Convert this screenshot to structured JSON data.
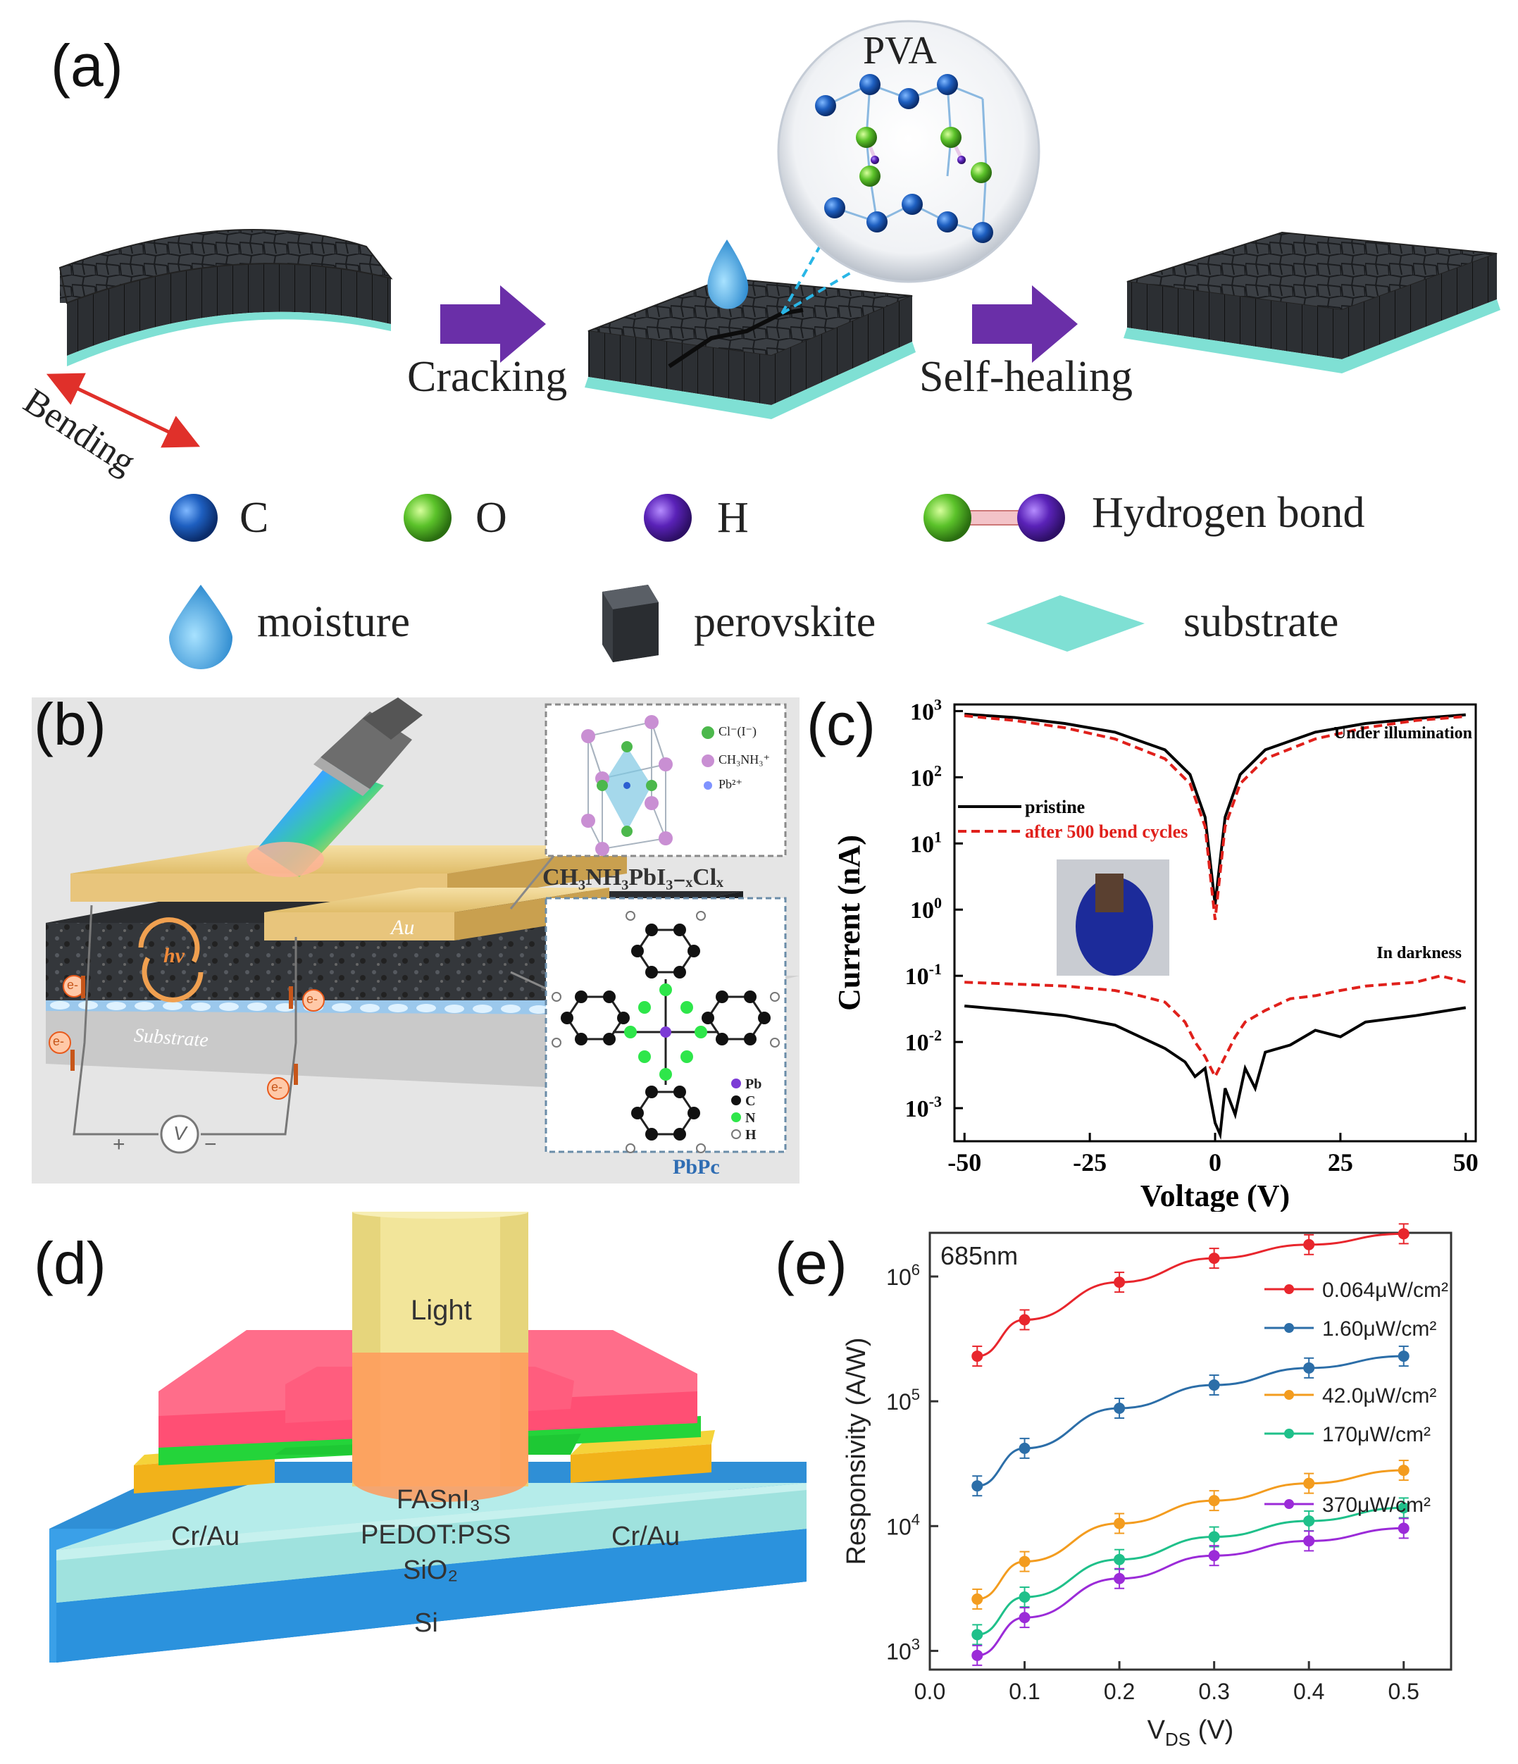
{
  "panels": {
    "a": {
      "label": "(a)",
      "pva_label": "PVA",
      "step1": "Bending",
      "step2": "Cracking",
      "step3": "Self-healing",
      "legend": {
        "c": "C",
        "o": "O",
        "h": "H",
        "hbond": "Hydrogen bond",
        "moisture": "moisture",
        "perovskite": "perovskite",
        "substrate": "substrate"
      }
    },
    "b": {
      "label": "(b)",
      "au": "Au",
      "hv": "hν",
      "substrate": "Substrate",
      "electron": "e-",
      "volt": "V",
      "plus": "+",
      "minus": "−",
      "crystal_legend": [
        "Cl⁻(I⁻)",
        "CH₃NH₃⁺",
        "Pb²⁺"
      ],
      "formula": "CH₃NH₃PbI₃₋ₓClₓ",
      "pbpc_legend": [
        "Pb",
        "C",
        "N",
        "H"
      ],
      "pbpc": "PbPc"
    },
    "c": {
      "label": "(c)",
      "ylabel": "Current (nA)",
      "xlabel": "Voltage (V)",
      "annot_light": "Under illumination",
      "annot_dark": "In darkness",
      "legend_pristine": "pristine",
      "legend_bent": "after 500 bend cycles"
    },
    "d": {
      "label": "(d)",
      "light": "Light",
      "fasni3": "FASnI₃",
      "pedot": "PEDOT:PSS",
      "crau_left": "Cr/Au",
      "crau_right": "Cr/Au",
      "sio2": "SiO₂",
      "si": "Si"
    },
    "e": {
      "label": "(e)",
      "wavelength": "685nm",
      "ylabel": "Responsivity (A/W)",
      "xlabel": "V",
      "xlabel_sub": "DS",
      "xlabel_unit": " (V)"
    }
  },
  "chart_data": [
    {
      "panel": "c",
      "type": "line",
      "xlabel": "Voltage (V)",
      "ylabel": "Current (nA)",
      "xlim": [
        -52,
        52
      ],
      "ylim_log10": [
        -3.5,
        3.1
      ],
      "yscale": "log",
      "xticks": [
        -50,
        -25,
        0,
        25,
        50
      ],
      "xtick_labels": [
        "-50",
        "-25",
        "0",
        "25",
        "50"
      ],
      "yticks_exp": [
        3,
        2,
        1,
        0,
        -1,
        -2,
        -3
      ],
      "series": [
        {
          "name": "pristine",
          "style": "solid",
          "color": "#000000",
          "x": [
            -50,
            -40,
            -30,
            -20,
            -10,
            -5,
            -2,
            0,
            2,
            5,
            10,
            20,
            30,
            40,
            50
          ],
          "y": [
            900,
            800,
            650,
            480,
            260,
            110,
            25,
            1.2,
            25,
            110,
            260,
            480,
            650,
            770,
            880
          ]
        },
        {
          "name": "after 500 bend cycles",
          "style": "dashed",
          "color": "#e0201b",
          "x": [
            -50,
            -40,
            -30,
            -20,
            -10,
            -5,
            -2,
            0,
            2,
            5,
            10,
            20,
            30,
            40,
            50
          ],
          "y": [
            850,
            720,
            560,
            380,
            190,
            80,
            18,
            0.7,
            18,
            80,
            190,
            380,
            560,
            720,
            830
          ]
        },
        {
          "name": "pristine (dark)",
          "style": "solid",
          "color": "#000000",
          "x": [
            -50,
            -40,
            -30,
            -20,
            -15,
            -10,
            -6,
            -4,
            -2,
            -1,
            0,
            1,
            2,
            4,
            6,
            8,
            10,
            15,
            20,
            25,
            30,
            40,
            50
          ],
          "y": [
            0.035,
            0.03,
            0.025,
            0.018,
            0.012,
            0.008,
            0.005,
            0.003,
            0.004,
            0.0015,
            0.0006,
            0.0004,
            0.002,
            0.0008,
            0.004,
            0.002,
            0.007,
            0.009,
            0.015,
            0.012,
            0.02,
            0.025,
            0.033
          ]
        },
        {
          "name": "after 500 bend cycles (dark)",
          "style": "dashed",
          "color": "#e0201b",
          "x": [
            -50,
            -40,
            -30,
            -20,
            -15,
            -10,
            -6,
            -4,
            -2,
            0,
            2,
            4,
            6,
            10,
            15,
            20,
            25,
            30,
            40,
            45,
            50
          ],
          "y": [
            0.08,
            0.075,
            0.07,
            0.06,
            0.05,
            0.04,
            0.02,
            0.01,
            0.006,
            0.003,
            0.006,
            0.012,
            0.02,
            0.03,
            0.045,
            0.05,
            0.06,
            0.07,
            0.08,
            0.1,
            0.08
          ]
        }
      ]
    },
    {
      "panel": "e",
      "type": "line",
      "xlabel": "VDS (V)",
      "ylabel": "Responsivity (A/W)",
      "xlim": [
        0.0,
        0.55
      ],
      "ylim_log10": [
        2.85,
        6.35
      ],
      "yscale": "log",
      "xticks": [
        0.0,
        0.1,
        0.2,
        0.3,
        0.4,
        0.5
      ],
      "xtick_labels": [
        "0.0",
        "0.1",
        "0.2",
        "0.3",
        "0.4",
        "0.5"
      ],
      "yticks_exp": [
        3,
        4,
        5,
        6
      ],
      "x": [
        0.05,
        0.1,
        0.2,
        0.3,
        0.4,
        0.5
      ],
      "series": [
        {
          "name": "0.064μW/cm²",
          "color": "#e8262d",
          "values": [
            230000,
            450000,
            900000,
            1400000,
            1800000,
            2200000
          ]
        },
        {
          "name": "1.60μW/cm²",
          "color": "#2c6ea8",
          "values": [
            21000,
            42000,
            88000,
            135000,
            185000,
            230000
          ]
        },
        {
          "name": "42.0μW/cm²",
          "color": "#f39c1f",
          "values": [
            2600,
            5200,
            10500,
            16000,
            22000,
            28000
          ]
        },
        {
          "name": "170μW/cm²",
          "color": "#1fc08a",
          "values": [
            1350,
            2700,
            5400,
            8200,
            11000,
            14000
          ]
        },
        {
          "name": "370μW/cm²",
          "color": "#9b2bd8",
          "values": [
            920,
            1850,
            3800,
            5800,
            7600,
            9600
          ]
        }
      ]
    }
  ]
}
